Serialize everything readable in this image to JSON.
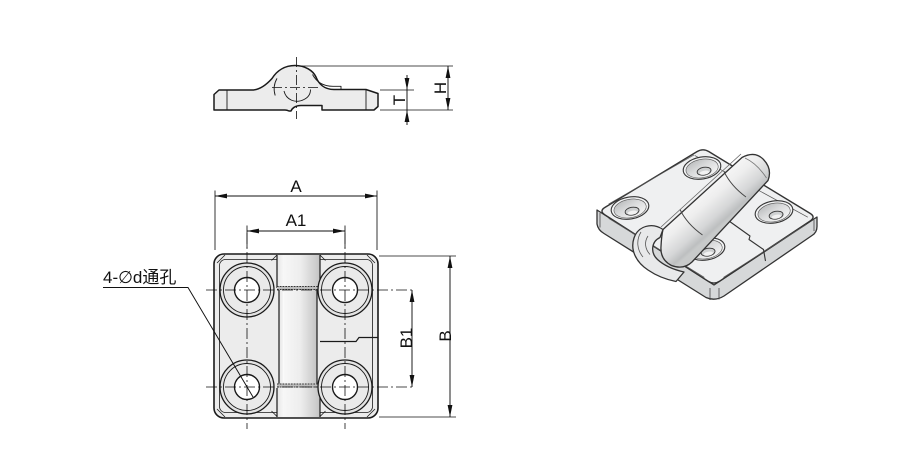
{
  "drawing": {
    "kind": "engineering-drawing",
    "part": "countersunk-hole-hinge",
    "colors": {
      "line": "#1a1a1a",
      "body_fill": "#ececec",
      "body_ring": "#e3e3e3",
      "barrel_light": "#f7f7f7",
      "barrel_dark": "#c6c6c6",
      "iso_top": "#eff0f1",
      "iso_side": "#d6d8d9",
      "background": "#ffffff"
    },
    "views": {
      "side": {
        "title": "side-profile-view"
      },
      "front": {
        "title": "front-view"
      },
      "iso": {
        "title": "isometric-view"
      }
    },
    "dims": {
      "A": "A",
      "A1": "A1",
      "B": "B",
      "B1": "B1",
      "T": "T",
      "H": "H"
    },
    "callout": {
      "hole_note": "4-∅d通孔"
    }
  }
}
